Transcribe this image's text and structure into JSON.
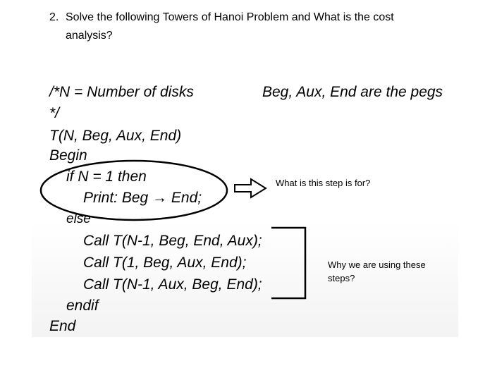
{
  "question": {
    "number": "2.",
    "line1": "Solve the following Towers of Hanoi Problem and What is the cost",
    "line2": "analysis?"
  },
  "code": {
    "comment_open": "/*N = Number of disks",
    "comment_close": "*/",
    "signature": "T(N, Beg, Aux, End)",
    "begin": "Begin",
    "if_line": "if N = 1 then",
    "print_line": "Print: Beg → End;",
    "else": "else",
    "call1": "Call T(N-1, Beg, End, Aux);",
    "call2": "Call T(1, Beg, Aux, End);",
    "call3": "Call T(N-1, Aux, Beg, End);",
    "endif": "endif",
    "end": "End"
  },
  "pegs_note": "Beg, Aux, End are the pegs",
  "annotations": {
    "step_question": "What is this step is for?",
    "why_line1": "Why we are using these",
    "why_line2": "steps?"
  }
}
